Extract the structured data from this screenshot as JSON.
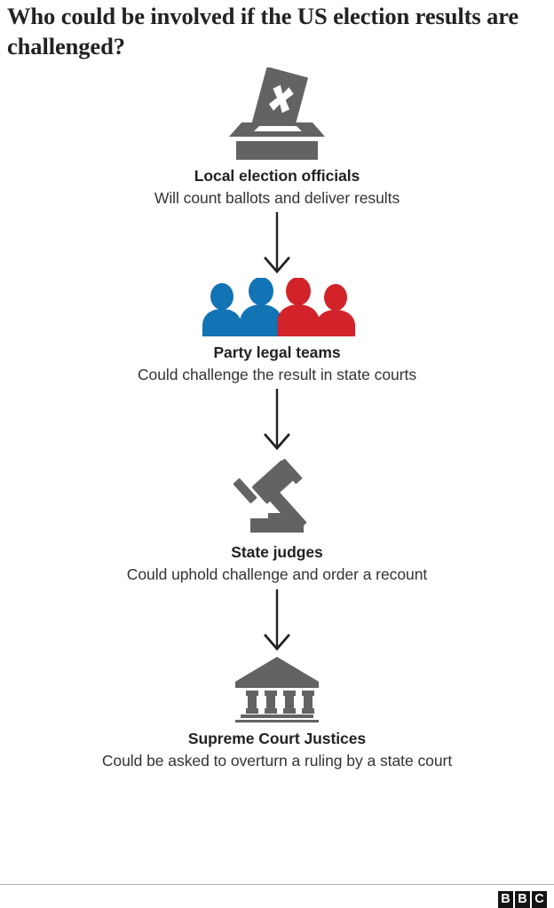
{
  "title": "Who could be involved if the US election results are challenged?",
  "colors": {
    "icon_gray": "#636363",
    "party_blue": "#1273B5",
    "party_red": "#D2232A",
    "title_text": "#222222",
    "body_text": "#333333",
    "rule": "#b0b0b0",
    "logo_black": "#141414",
    "background": "#ffffff"
  },
  "flow": {
    "steps": [
      {
        "icon": "ballot-box-icon",
        "title": "Local election officials",
        "description": "Will count ballots and deliver results"
      },
      {
        "icon": "party-people-icon",
        "title": "Party legal teams",
        "description": "Could challenge the result in state courts"
      },
      {
        "icon": "gavel-icon",
        "title": "State judges",
        "description": "Could uphold challenge and order a recount"
      },
      {
        "icon": "courthouse-icon",
        "title": "Supreme Court Justices",
        "description": "Could be asked to overturn a ruling by a state court"
      }
    ],
    "connector_icon": "down-arrow-icon"
  },
  "footer": {
    "logo_letters": [
      "B",
      "B",
      "C"
    ]
  }
}
